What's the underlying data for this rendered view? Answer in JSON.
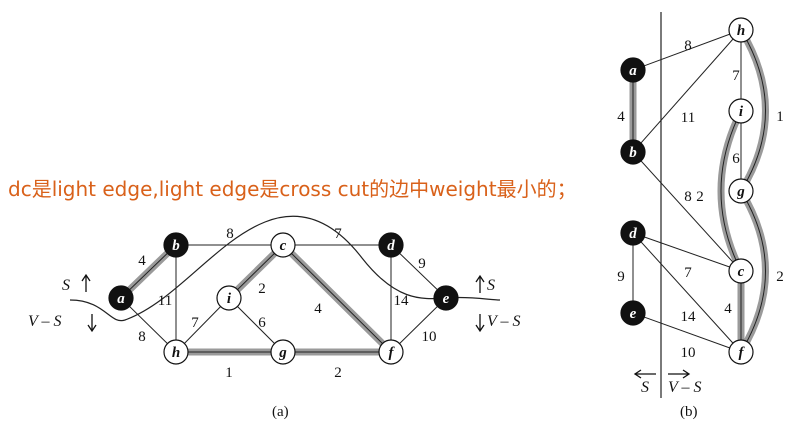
{
  "annotation": "dc是light edge,light edge是cross cut的边中weight最小的；",
  "colors": {
    "annotation": "#d9611a",
    "highlight": "#9a9a9a",
    "black": "#111111"
  },
  "graph_a": {
    "caption": "(a)",
    "nodes": [
      {
        "id": "a",
        "label": "a",
        "in_s": true
      },
      {
        "id": "b",
        "label": "b",
        "in_s": true
      },
      {
        "id": "c",
        "label": "c",
        "in_s": false
      },
      {
        "id": "d",
        "label": "d",
        "in_s": true
      },
      {
        "id": "e",
        "label": "e",
        "in_s": true
      },
      {
        "id": "f",
        "label": "f",
        "in_s": false
      },
      {
        "id": "g",
        "label": "g",
        "in_s": false
      },
      {
        "id": "h",
        "label": "h",
        "in_s": false
      },
      {
        "id": "i",
        "label": "i",
        "in_s": false
      }
    ],
    "edges": [
      {
        "u": "a",
        "v": "b",
        "weight": "4",
        "mst": true
      },
      {
        "u": "a",
        "v": "h",
        "weight": "8",
        "mst": false
      },
      {
        "u": "b",
        "v": "c",
        "weight": "8",
        "mst": false
      },
      {
        "u": "b",
        "v": "h",
        "weight": "11",
        "mst": false
      },
      {
        "u": "c",
        "v": "d",
        "weight": "7",
        "mst": false
      },
      {
        "u": "c",
        "v": "i",
        "weight": "2",
        "mst": true
      },
      {
        "u": "c",
        "v": "f",
        "weight": "4",
        "mst": true
      },
      {
        "u": "d",
        "v": "e",
        "weight": "9",
        "mst": false
      },
      {
        "u": "d",
        "v": "f",
        "weight": "14",
        "mst": false
      },
      {
        "u": "e",
        "v": "f",
        "weight": "10",
        "mst": false
      },
      {
        "u": "g",
        "v": "f",
        "weight": "2",
        "mst": true
      },
      {
        "u": "h",
        "v": "g",
        "weight": "1",
        "mst": true
      },
      {
        "u": "h",
        "v": "i",
        "weight": "7",
        "mst": false
      },
      {
        "u": "i",
        "v": "g",
        "weight": "6",
        "mst": false
      }
    ],
    "cut_labels": {
      "s": "S",
      "vs": "V – S"
    }
  },
  "graph_b": {
    "caption": "(b)",
    "nodes": [
      {
        "id": "a",
        "label": "a",
        "in_s": true
      },
      {
        "id": "b",
        "label": "b",
        "in_s": true
      },
      {
        "id": "d",
        "label": "d",
        "in_s": true
      },
      {
        "id": "e",
        "label": "e",
        "in_s": true
      },
      {
        "id": "h",
        "label": "h",
        "in_s": false
      },
      {
        "id": "i",
        "label": "i",
        "in_s": false
      },
      {
        "id": "g",
        "label": "g",
        "in_s": false
      },
      {
        "id": "c",
        "label": "c",
        "in_s": false
      },
      {
        "id": "f",
        "label": "f",
        "in_s": false
      }
    ],
    "edges": [
      {
        "u": "a",
        "v": "h",
        "weight": "8",
        "mst": false
      },
      {
        "u": "a",
        "v": "b",
        "weight": "4",
        "mst": true
      },
      {
        "u": "b",
        "v": "h",
        "weight": "11",
        "mst": false
      },
      {
        "u": "b",
        "v": "c",
        "weight": "8",
        "mst": false
      },
      {
        "u": "h",
        "v": "i",
        "weight": "7",
        "mst": false
      },
      {
        "u": "h",
        "v": "g",
        "weight": "1",
        "mst": true
      },
      {
        "u": "i",
        "v": "g",
        "weight": "6",
        "mst": false
      },
      {
        "u": "i",
        "v": "c",
        "weight": "2",
        "mst": true
      },
      {
        "u": "g",
        "v": "f",
        "weight": "2",
        "mst": true
      },
      {
        "u": "d",
        "v": "c",
        "weight": "7",
        "mst": false
      },
      {
        "u": "d",
        "v": "e",
        "weight": "9",
        "mst": false
      },
      {
        "u": "d",
        "v": "f",
        "weight": "14",
        "mst": false
      },
      {
        "u": "c",
        "v": "f",
        "weight": "4",
        "mst": true
      },
      {
        "u": "e",
        "v": "f",
        "weight": "10",
        "mst": false
      }
    ],
    "cut_labels": {
      "s": "S",
      "vs": "V – S"
    }
  }
}
